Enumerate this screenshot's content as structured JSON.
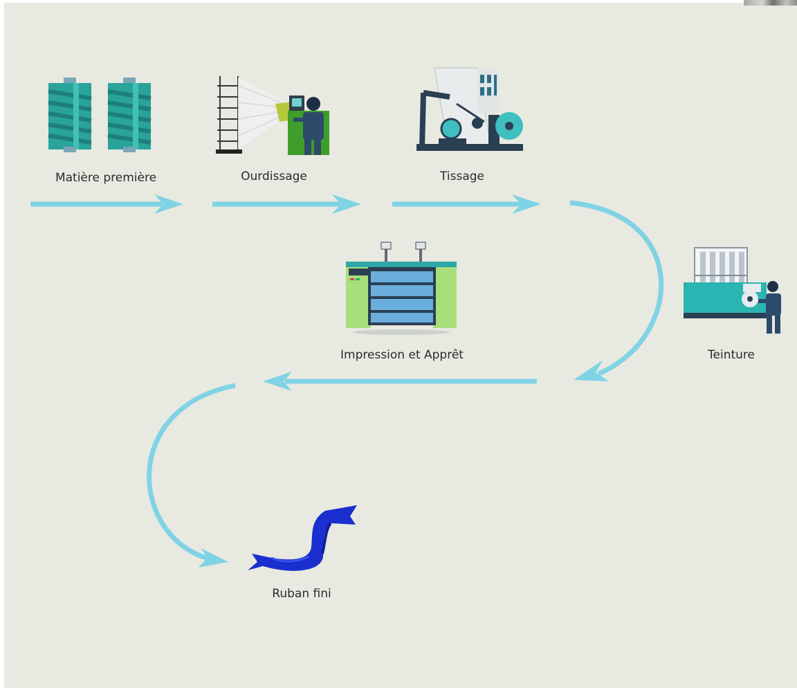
{
  "steps": {
    "raw_material": {
      "label": "Matière première",
      "icon": "thread-spools-icon"
    },
    "warping": {
      "label": "Ourdissage",
      "icon": "warping-machine-icon"
    },
    "weaving": {
      "label": "Tissage",
      "icon": "weaving-loom-icon"
    },
    "dyeing": {
      "label": "Teinture",
      "icon": "dyeing-machine-icon"
    },
    "printing_finishing": {
      "label": "Impression et Apprêt",
      "icon": "printing-machine-icon"
    },
    "finished_ribbon": {
      "label": "Ruban fini",
      "icon": "ribbon-icon"
    }
  },
  "colors": {
    "background": "#e8e9e0",
    "arrow": "#7fd3e5",
    "spool": "#2aa39a",
    "machine_teal": "#3fbfbf",
    "ribbon": "#1a2fd0"
  }
}
